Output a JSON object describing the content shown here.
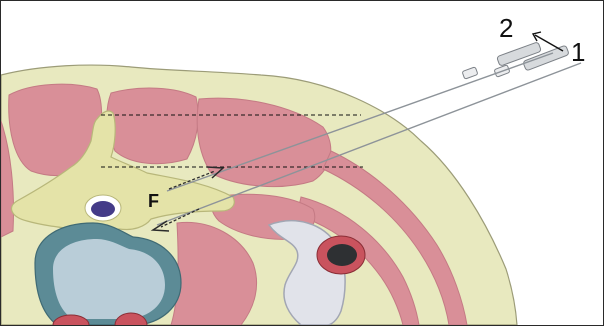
{
  "labels": {
    "needle_1": "1",
    "needle_2": "2",
    "facet": "F"
  },
  "colors": {
    "skin_fat": "#e8e9bf",
    "muscle": "#d98f98",
    "muscle_border": "#c47a84",
    "vertebra": "#e4e3a8",
    "vertebra_border": "#b8b77a",
    "disc_outer": "#5c8b96",
    "disc_inner": "#b9cdd8",
    "kidney_fill": "#e1e3ea",
    "kidney_border": "#a2a6b3",
    "aorta_outer": "#c9535e",
    "aorta_inner": "#2e3033",
    "cord": "#443b88",
    "needle": "#9aa0a6",
    "arrow": "#2b2b2b"
  }
}
